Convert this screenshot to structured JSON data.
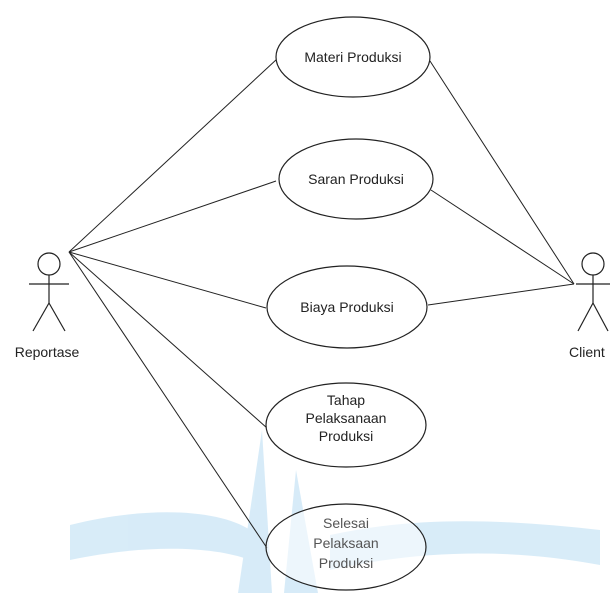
{
  "actors": [
    {
      "id": "reportase",
      "label": "Reportase"
    },
    {
      "id": "client",
      "label": "Client"
    }
  ],
  "use_cases": [
    {
      "id": "materi",
      "lines": [
        "Materi Produksi"
      ]
    },
    {
      "id": "saran",
      "lines": [
        "Saran Produksi"
      ]
    },
    {
      "id": "biaya",
      "lines": [
        "Biaya Produksi"
      ]
    },
    {
      "id": "tahap",
      "lines": [
        "Tahap",
        "Pelaksanaan",
        "Produksi"
      ]
    },
    {
      "id": "selesai",
      "lines": [
        "Selesai",
        "Pelaksaan",
        "Produksi"
      ]
    }
  ],
  "associations": [
    {
      "actor": "reportase",
      "use_case": "materi"
    },
    {
      "actor": "reportase",
      "use_case": "saran"
    },
    {
      "actor": "reportase",
      "use_case": "biaya"
    },
    {
      "actor": "reportase",
      "use_case": "tahap"
    },
    {
      "actor": "reportase",
      "use_case": "selesai"
    },
    {
      "actor": "client",
      "use_case": "materi"
    },
    {
      "actor": "client",
      "use_case": "saran"
    },
    {
      "actor": "client",
      "use_case": "biaya"
    }
  ],
  "watermark_color": "#4fa8e0"
}
